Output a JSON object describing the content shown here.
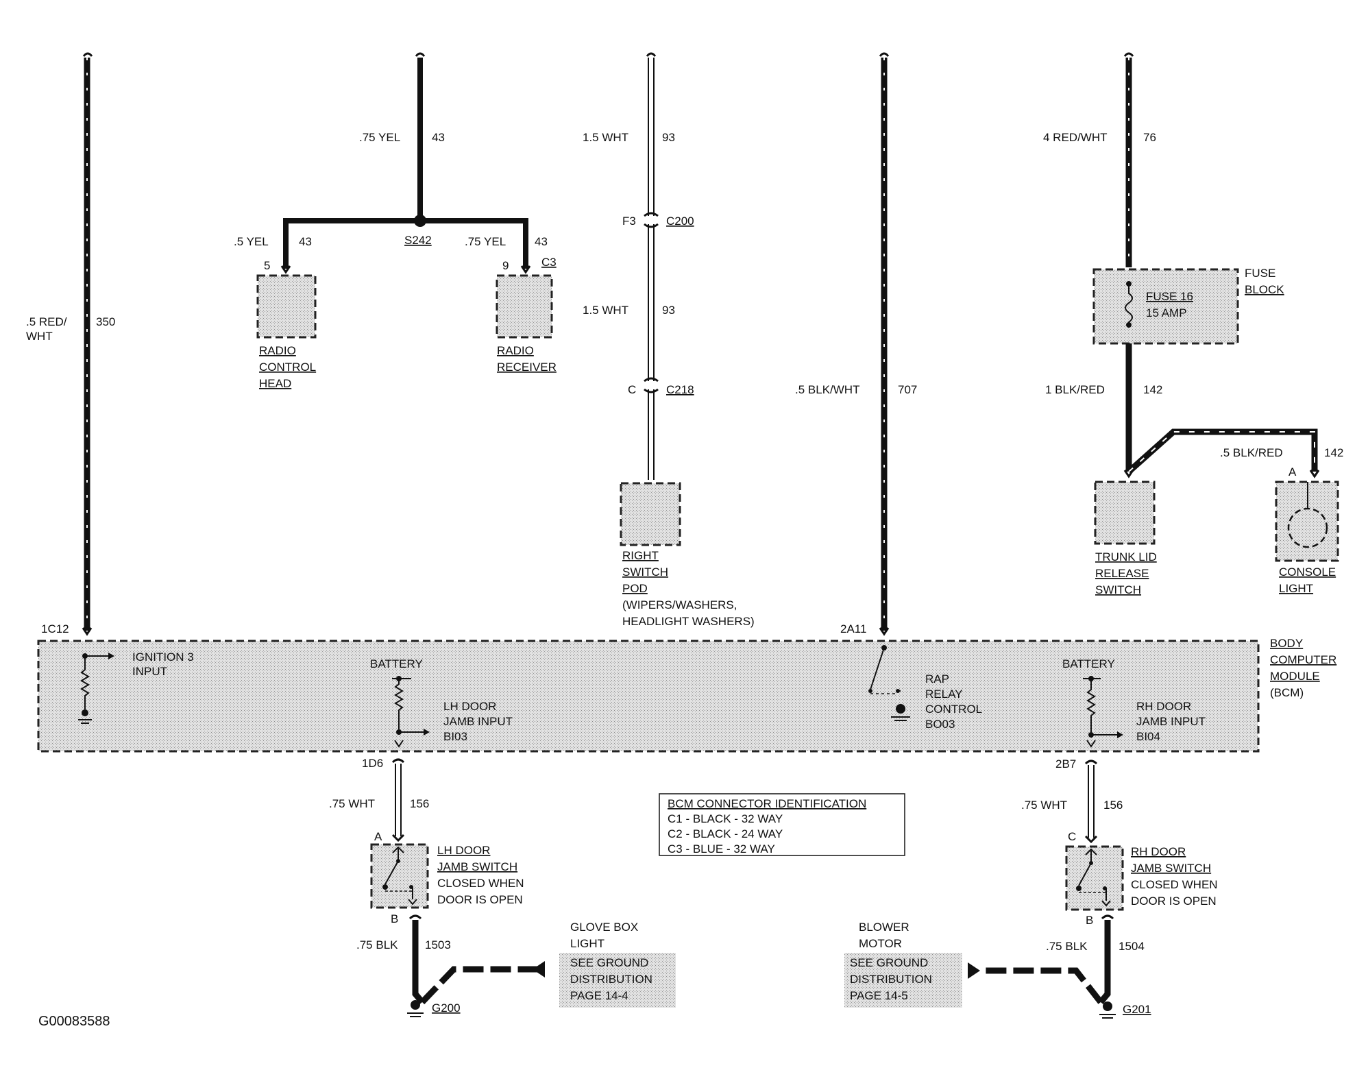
{
  "figure_id": "G00083588",
  "bcm": {
    "title_lines": [
      "BODY",
      "COMPUTER",
      "MODULE",
      "(BCM)"
    ],
    "ignition": {
      "pin": "1C12",
      "lines": [
        "IGNITION 3",
        "INPUT"
      ]
    },
    "lh_input": {
      "battery": "BATTERY",
      "lines": [
        "LH DOOR",
        "JAMB INPUT",
        "BI03"
      ],
      "pin": "1D6"
    },
    "rap": {
      "pin": "2A11",
      "lines": [
        "RAP",
        "RELAY",
        "CONTROL",
        "BO03"
      ]
    },
    "rh_input": {
      "battery": "BATTERY",
      "lines": [
        "RH DOOR",
        "JAMB INPUT",
        "BI04"
      ],
      "pin": "2B7"
    }
  },
  "connector_id": {
    "title": "BCM CONNECTOR IDENTIFICATION",
    "rows": [
      "C1 - BLACK - 32 WAY",
      "C2 - BLACK - 24 WAY",
      "C3 - BLUE - 32 WAY"
    ]
  },
  "wires": {
    "w350": {
      "gauge_lines": [
        ".5 RED/",
        "WHT"
      ],
      "circuit": "350"
    },
    "w43_main": {
      "gauge": ".75 YEL",
      "circuit": "43"
    },
    "w43_left": {
      "gauge": ".5 YEL",
      "circuit": "43",
      "pin": "5"
    },
    "w43_right": {
      "gauge": ".75 YEL",
      "circuit": "43",
      "pin": "9",
      "connector": "C3"
    },
    "splice": "S242",
    "w93_top": {
      "gauge": "1.5 WHT",
      "circuit": "93"
    },
    "c200": {
      "pin": "F3",
      "connector": "C200"
    },
    "w93_mid": {
      "gauge": "1.5 WHT",
      "circuit": "93"
    },
    "c218": {
      "pin": "C",
      "connector": "C218"
    },
    "w707": {
      "gauge": ".5 BLK/WHT",
      "circuit": "707"
    },
    "w76": {
      "gauge": "4 RED/WHT",
      "circuit": "76"
    },
    "w142": {
      "gauge": "1 BLK/RED",
      "circuit": "142"
    },
    "w142b": {
      "gauge": ".5 BLK/RED",
      "circuit": "142",
      "pin": "A"
    },
    "w156_lh": {
      "gauge": ".75 WHT",
      "circuit": "156",
      "pin_a": "A",
      "pin_b": "B"
    },
    "w156_rh": {
      "gauge": ".75 WHT",
      "circuit": "156",
      "pin_a": "C",
      "pin_b": "B"
    },
    "w1503": {
      "gauge": ".75 BLK",
      "circuit": "1503"
    },
    "w1504": {
      "gauge": ".75 BLK",
      "circuit": "1504"
    }
  },
  "components": {
    "radio_control_head": [
      "RADIO",
      "CONTROL",
      "HEAD"
    ],
    "radio_receiver": [
      "RADIO",
      "RECEIVER"
    ],
    "right_switch_pod": [
      "RIGHT",
      "SWITCH",
      "POD"
    ],
    "right_switch_pod_note": [
      "(WIPERS/WASHERS,",
      "HEADLIGHT WASHERS)"
    ],
    "fuse_block": [
      "FUSE",
      "BLOCK"
    ],
    "fuse16": [
      "FUSE 16",
      "15 AMP"
    ],
    "trunk_lid": [
      "TRUNK LID",
      "RELEASE",
      "SWITCH"
    ],
    "console_light": [
      "CONSOLE",
      "LIGHT"
    ],
    "lh_door_switch": [
      "LH DOOR",
      "JAMB SWITCH",
      "CLOSED WHEN",
      "DOOR IS OPEN"
    ],
    "rh_door_switch": [
      "RH DOOR",
      "JAMB SWITCH",
      "CLOSED WHEN",
      "DOOR IS OPEN"
    ]
  },
  "grounds": {
    "g200": "G200",
    "g201": "G201",
    "glove_box": [
      "GLOVE BOX",
      "LIGHT"
    ],
    "glove_note": [
      "SEE GROUND",
      "DISTRIBUTION",
      "PAGE 14-4"
    ],
    "blower": [
      "BLOWER",
      "MOTOR"
    ],
    "blower_note": [
      "SEE GROUND",
      "DISTRIBUTION",
      "PAGE 14-5"
    ]
  }
}
